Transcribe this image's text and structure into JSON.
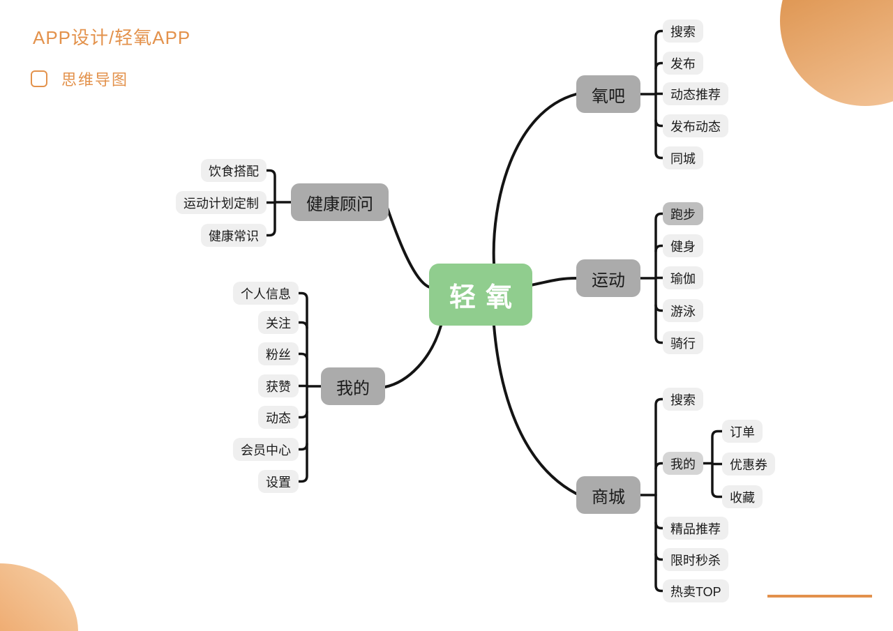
{
  "header": {
    "title": "APP设计/轻氧APP",
    "section": "思维导图"
  },
  "colors": {
    "accent_orange": "#E3924C",
    "root_green": "#90CD8E",
    "branch_gray": "#ABABAB",
    "leaf_light_gray": "#EFEFEF",
    "leaf_dark_gray": "#BEBEBE",
    "leaf_medium_gray": "#D5D5D5",
    "connector_black": "#141414"
  },
  "mindmap": {
    "root": {
      "label": "轻氧"
    },
    "branches": [
      {
        "label": "氧吧",
        "children": [
          {
            "label": "搜索"
          },
          {
            "label": "发布"
          },
          {
            "label": "动态推荐"
          },
          {
            "label": "发布动态"
          },
          {
            "label": "同城"
          }
        ]
      },
      {
        "label": "运动",
        "children": [
          {
            "label": "跑步",
            "emphasis": "dark"
          },
          {
            "label": "健身"
          },
          {
            "label": "瑜伽"
          },
          {
            "label": "游泳"
          },
          {
            "label": "骑行"
          }
        ]
      },
      {
        "label": "商城",
        "children": [
          {
            "label": "搜索"
          },
          {
            "label": "我的",
            "emphasis": "medium",
            "children": [
              {
                "label": "订单"
              },
              {
                "label": "优惠券"
              },
              {
                "label": "收藏"
              }
            ]
          },
          {
            "label": "精品推荐"
          },
          {
            "label": "限时秒杀"
          },
          {
            "label": "热卖TOP"
          }
        ]
      },
      {
        "label": "健康顾问",
        "children": [
          {
            "label": "饮食搭配"
          },
          {
            "label": "运动计划定制"
          },
          {
            "label": "健康常识"
          }
        ]
      },
      {
        "label": "我的",
        "children": [
          {
            "label": "个人信息"
          },
          {
            "label": "关注"
          },
          {
            "label": "粉丝"
          },
          {
            "label": "获赞"
          },
          {
            "label": "动态"
          },
          {
            "label": "会员中心"
          },
          {
            "label": "设置"
          }
        ]
      }
    ]
  }
}
